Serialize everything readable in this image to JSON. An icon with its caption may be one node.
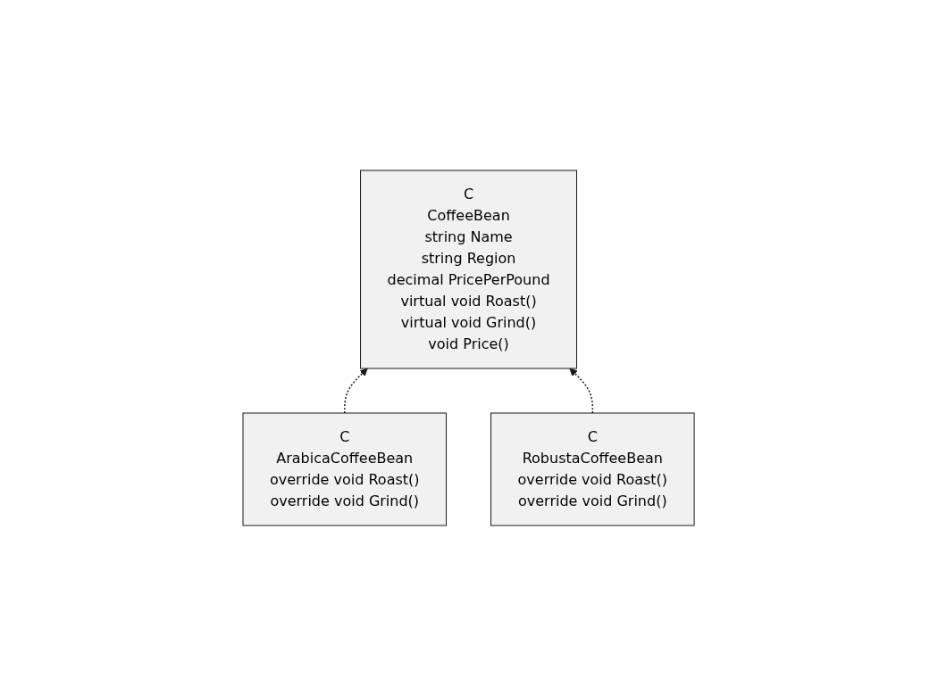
{
  "diagram": {
    "nodes": [
      {
        "text": [
          "C",
          "CoffeeBean",
          "string Name",
          "string Region",
          "decimal PricePerPound",
          "virtual void Roast()",
          "virtual void Grind()",
          "void Price()"
        ]
      },
      {
        "text": [
          "C",
          "ArabicaCoffeeBean",
          "override void Roast()",
          "override void Grind()"
        ]
      },
      {
        "text": [
          "C",
          "RobustaCoffeeBean",
          "override void Roast()",
          "override void Grind()"
        ]
      }
    ],
    "edges": [
      {
        "from": 1,
        "to": 0,
        "arrow": "to",
        "style": "dashed"
      },
      {
        "from": 2,
        "to": 0,
        "arrow": "to",
        "style": "dashed"
      }
    ]
  }
}
